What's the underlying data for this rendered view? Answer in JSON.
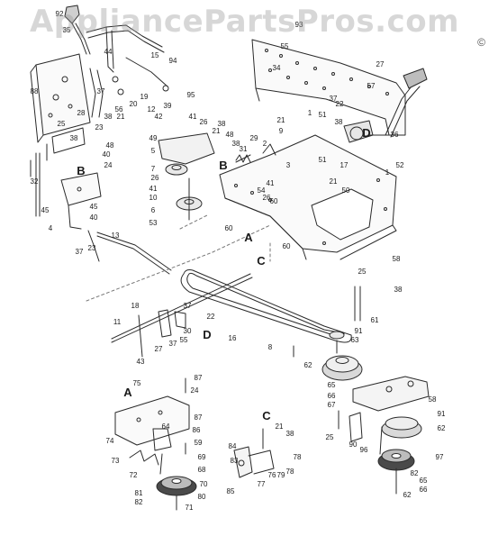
{
  "watermark": "AppliancePartsPros.com",
  "copyright": "©",
  "colors": {
    "line": "#2a2a2a",
    "background": "#ffffff",
    "watermark": "#969696"
  },
  "callouts": [
    {
      "id": "92",
      "t": "92"
    },
    {
      "id": "35",
      "t": "35"
    },
    {
      "id": "93",
      "t": "93"
    },
    {
      "id": "55",
      "t": "55"
    },
    {
      "id": "15",
      "t": "15"
    },
    {
      "id": "27",
      "t": "27"
    },
    {
      "id": "44",
      "t": "44"
    },
    {
      "id": "94",
      "t": "94"
    },
    {
      "id": "34",
      "t": "34"
    },
    {
      "id": "57",
      "t": "57"
    },
    {
      "id": "88",
      "t": "88"
    },
    {
      "id": "19",
      "t": "19"
    },
    {
      "id": "95",
      "t": "95"
    },
    {
      "id": "37a",
      "t": "37"
    },
    {
      "id": "20",
      "t": "20"
    },
    {
      "id": "56",
      "t": "56"
    },
    {
      "id": "12",
      "t": "12"
    },
    {
      "id": "39",
      "t": "39"
    },
    {
      "id": "22a",
      "t": "22"
    },
    {
      "id": "28",
      "t": "28"
    },
    {
      "id": "23a",
      "t": "23"
    },
    {
      "id": "38a",
      "t": "38"
    },
    {
      "id": "21a",
      "t": "21"
    },
    {
      "id": "42",
      "t": "42"
    },
    {
      "id": "1a",
      "t": "1"
    },
    {
      "id": "51a",
      "t": "51"
    },
    {
      "id": "37b",
      "t": "37"
    },
    {
      "id": "41a",
      "t": "41"
    },
    {
      "id": "26a",
      "t": "26"
    },
    {
      "id": "38b",
      "t": "38"
    },
    {
      "id": "21b",
      "t": "21"
    },
    {
      "id": "38c",
      "t": "38"
    },
    {
      "id": "21c",
      "t": "21"
    },
    {
      "id": "9",
      "t": "9"
    },
    {
      "id": "36",
      "t": "36"
    },
    {
      "id": "D1",
      "t": "D"
    },
    {
      "id": "25a",
      "t": "25"
    },
    {
      "id": "38d",
      "t": "38"
    },
    {
      "id": "49",
      "t": "49"
    },
    {
      "id": "48a",
      "t": "48"
    },
    {
      "id": "48b",
      "t": "48"
    },
    {
      "id": "38e",
      "t": "38"
    },
    {
      "id": "29",
      "t": "29"
    },
    {
      "id": "2",
      "t": "2"
    },
    {
      "id": "17",
      "t": "17"
    },
    {
      "id": "52",
      "t": "52"
    },
    {
      "id": "5",
      "t": "5"
    },
    {
      "id": "40a",
      "t": "40"
    },
    {
      "id": "31",
      "t": "31"
    },
    {
      "id": "B1",
      "t": "B"
    },
    {
      "id": "24a",
      "t": "24"
    },
    {
      "id": "B2",
      "t": "B"
    },
    {
      "id": "3",
      "t": "3"
    },
    {
      "id": "7",
      "t": "7"
    },
    {
      "id": "26b",
      "t": "26"
    },
    {
      "id": "51b",
      "t": "51"
    },
    {
      "id": "21d",
      "t": "21"
    },
    {
      "id": "1b",
      "t": "1"
    },
    {
      "id": "32",
      "t": "32"
    },
    {
      "id": "41b",
      "t": "41"
    },
    {
      "id": "54",
      "t": "54"
    },
    {
      "id": "41c",
      "t": "41"
    },
    {
      "id": "10",
      "t": "10"
    },
    {
      "id": "26c",
      "t": "26"
    },
    {
      "id": "50",
      "t": "50"
    },
    {
      "id": "60a",
      "t": "60"
    },
    {
      "id": "45a",
      "t": "45"
    },
    {
      "id": "45b",
      "t": "45"
    },
    {
      "id": "6",
      "t": "6"
    },
    {
      "id": "40b",
      "t": "40"
    },
    {
      "id": "53",
      "t": "53"
    },
    {
      "id": "60b",
      "t": "60"
    },
    {
      "id": "4",
      "t": "4"
    },
    {
      "id": "A1",
      "t": "A"
    },
    {
      "id": "13",
      "t": "13"
    },
    {
      "id": "23b",
      "t": "23"
    },
    {
      "id": "C1",
      "t": "C"
    },
    {
      "id": "60c",
      "t": "60"
    },
    {
      "id": "58a",
      "t": "58"
    },
    {
      "id": "37c",
      "t": "37"
    },
    {
      "id": "25b",
      "t": "25"
    },
    {
      "id": "38f",
      "t": "38"
    },
    {
      "id": "61",
      "t": "61"
    },
    {
      "id": "18",
      "t": "18"
    },
    {
      "id": "37d",
      "t": "37"
    },
    {
      "id": "22b",
      "t": "22"
    },
    {
      "id": "11",
      "t": "11"
    },
    {
      "id": "30",
      "t": "30"
    },
    {
      "id": "55b",
      "t": "55"
    },
    {
      "id": "37e",
      "t": "37"
    },
    {
      "id": "27b",
      "t": "27"
    },
    {
      "id": "D2",
      "t": "D"
    },
    {
      "id": "16",
      "t": "16"
    },
    {
      "id": "91a",
      "t": "91"
    },
    {
      "id": "63",
      "t": "63"
    },
    {
      "id": "8",
      "t": "8"
    },
    {
      "id": "43",
      "t": "43"
    },
    {
      "id": "62a",
      "t": "62"
    },
    {
      "id": "75",
      "t": "75"
    },
    {
      "id": "87a",
      "t": "87"
    },
    {
      "id": "24b",
      "t": "24"
    },
    {
      "id": "A2",
      "t": "A"
    },
    {
      "id": "65a",
      "t": "65"
    },
    {
      "id": "66a",
      "t": "66"
    },
    {
      "id": "67",
      "t": "67"
    },
    {
      "id": "58b",
      "t": "58"
    },
    {
      "id": "91b",
      "t": "91"
    },
    {
      "id": "62b",
      "t": "62"
    },
    {
      "id": "87b",
      "t": "87"
    },
    {
      "id": "86",
      "t": "86"
    },
    {
      "id": "64",
      "t": "64"
    },
    {
      "id": "C2",
      "t": "C"
    },
    {
      "id": "74",
      "t": "74"
    },
    {
      "id": "59",
      "t": "59"
    },
    {
      "id": "21e",
      "t": "21"
    },
    {
      "id": "38g",
      "t": "38"
    },
    {
      "id": "25c",
      "t": "25"
    },
    {
      "id": "90",
      "t": "90"
    },
    {
      "id": "96",
      "t": "96"
    },
    {
      "id": "97",
      "t": "97"
    },
    {
      "id": "69",
      "t": "69"
    },
    {
      "id": "84",
      "t": "84"
    },
    {
      "id": "73",
      "t": "73"
    },
    {
      "id": "68",
      "t": "68"
    },
    {
      "id": "83",
      "t": "83"
    },
    {
      "id": "78a",
      "t": "78"
    },
    {
      "id": "72",
      "t": "72"
    },
    {
      "id": "76",
      "t": "76"
    },
    {
      "id": "79",
      "t": "79"
    },
    {
      "id": "78b",
      "t": "78"
    },
    {
      "id": "70",
      "t": "70"
    },
    {
      "id": "82a",
      "t": "82"
    },
    {
      "id": "77",
      "t": "77"
    },
    {
      "id": "85",
      "t": "85"
    },
    {
      "id": "65b",
      "t": "65"
    },
    {
      "id": "66b",
      "t": "66"
    },
    {
      "id": "81",
      "t": "81"
    },
    {
      "id": "80",
      "t": "80"
    },
    {
      "id": "82b",
      "t": "82"
    },
    {
      "id": "62c",
      "t": "62"
    },
    {
      "id": "71",
      "t": "71"
    }
  ]
}
